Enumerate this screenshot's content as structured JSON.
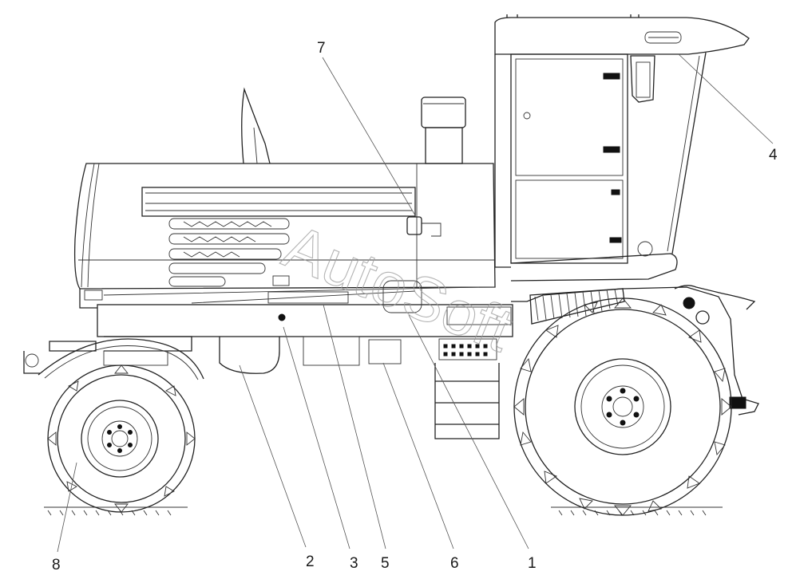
{
  "callouts": [
    {
      "id": "7",
      "label": "7"
    },
    {
      "id": "4",
      "label": "4"
    },
    {
      "id": "8",
      "label": "8"
    },
    {
      "id": "2",
      "label": "2"
    },
    {
      "id": "3",
      "label": "3"
    },
    {
      "id": "5",
      "label": "5"
    },
    {
      "id": "6",
      "label": "6"
    },
    {
      "id": "1",
      "label": "1"
    }
  ],
  "watermark": "AutoSoft"
}
